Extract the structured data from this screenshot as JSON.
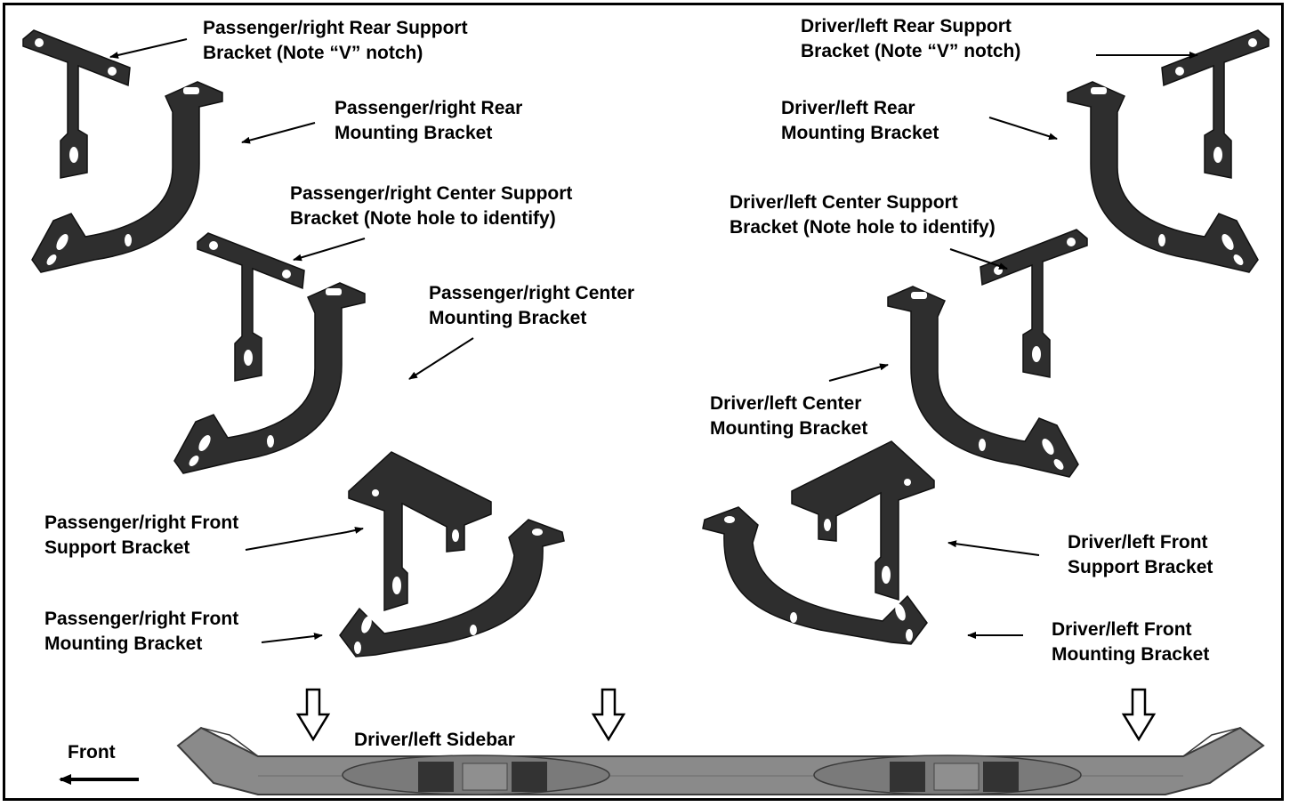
{
  "labels": {
    "pass_rear_support": [
      "Passenger/right Rear Support",
      "Bracket (Note “V” notch)"
    ],
    "pass_rear_mount": [
      "Passenger/right Rear",
      "Mounting Bracket"
    ],
    "pass_center_support": [
      "Passenger/right  Center Support",
      "Bracket (Note hole to identify)"
    ],
    "pass_center_mount": [
      "Passenger/right Center",
      "Mounting Bracket"
    ],
    "pass_front_support": [
      "Passenger/right  Front",
      "Support Bracket"
    ],
    "pass_front_mount": [
      "Passenger/right Front",
      "Mounting Bracket"
    ],
    "drv_rear_support": [
      "Driver/left Rear Support",
      "Bracket (Note “V” notch)"
    ],
    "drv_rear_mount": [
      "Driver/left Rear",
      "Mounting Bracket"
    ],
    "drv_center_support": [
      "Driver/left Center Support",
      "Bracket (Note hole to identify)"
    ],
    "drv_center_mount": [
      "Driver/left Center",
      "Mounting Bracket"
    ],
    "drv_front_support": [
      "Driver/left  Front",
      "Support Bracket"
    ],
    "drv_front_mount": [
      "Driver/left Front",
      "Mounting Bracket"
    ],
    "sidebar": [
      "Driver/left Sidebar"
    ],
    "front": [
      "Front"
    ]
  },
  "colors": {
    "part_fill": "#2e2e2e",
    "part_edge": "#111111",
    "tube_fill": "#8a8a8a",
    "tube_edge": "#3a3a3a"
  }
}
